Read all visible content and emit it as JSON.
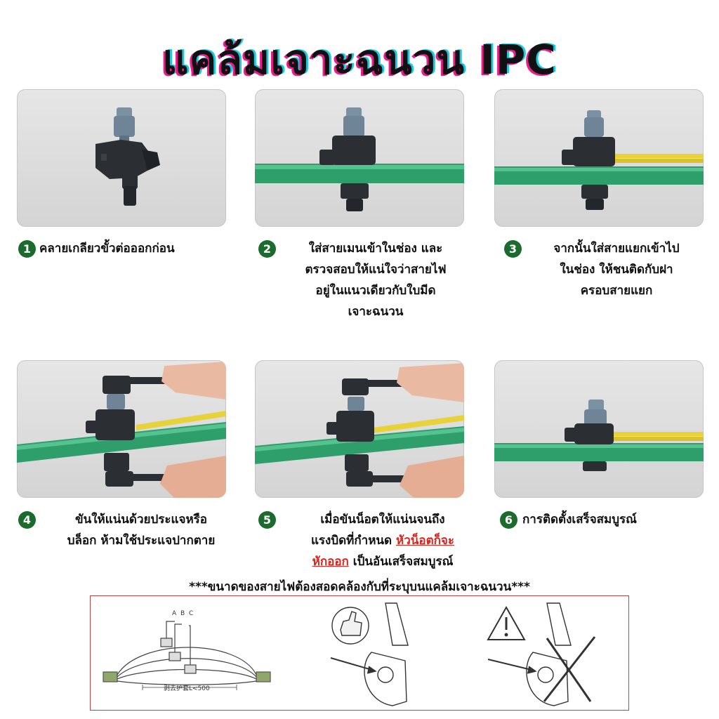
{
  "title": "แคล้มเจาะฉนวน IPC",
  "steps": [
    {
      "num": "1",
      "text": "คลายเกลียวขั้วต่อออกก่อน"
    },
    {
      "num": "2",
      "lines": [
        "ใส่สายเมนเข้าในช่อง และ",
        "ตรวจสอบให้แน่ใจว่าสายไฟ",
        "อยู่ในแนวเดียวกับใบมีด",
        "เจาะฉนวน"
      ]
    },
    {
      "num": "3",
      "lines": [
        "จากนั้นใส่สายแยกเข้าไป",
        "ในช่อง ให้ชนติดกับฝา",
        "ครอบสายแยก"
      ]
    },
    {
      "num": "4",
      "lines": [
        "ขันให้แน่นด้วยประแจหรือ",
        "บล็อก ห้ามใช้ประแจปากตาย"
      ]
    },
    {
      "num": "5",
      "line1": "เมื่อขันน็อตให้แน่นจนถึง",
      "line2a": "แรงบิดที่กำหนด ",
      "line2b": "หัวน็อตก็จะ",
      "line3a": "หักออก",
      "line3b": " เป็นอันเสร็จสมบูรณ์"
    },
    {
      "num": "6",
      "text": "การติดตั้งเสร็จสมบูรณ์"
    }
  ],
  "note": "***ขนาดของสายไฟต้องสอดคล้องกับที่ระบุบนแคล้มเจาะฉนวน***",
  "diagram": {
    "phase_labels": [
      "A",
      "B",
      "C"
    ],
    "dimension_label": "剥去护套L<500"
  },
  "colors": {
    "main_cable": "#2e9e6b",
    "branch_cable": "#e8d23a",
    "clamp_body": "#2b2f33",
    "clamp_cap": "#6f8597",
    "step_badge": "#1b6b2f",
    "warning_text": "#d8261f"
  }
}
